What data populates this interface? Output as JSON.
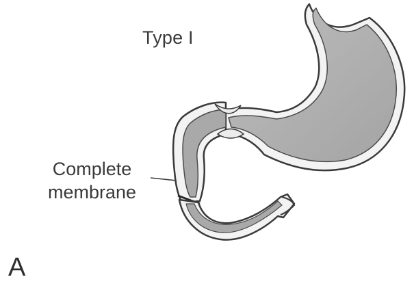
{
  "figure": {
    "type_label": "Type I",
    "membrane_label": {
      "line1": "Complete",
      "line2": "membrane"
    },
    "panel_label": "A"
  },
  "colors": {
    "outline": "#3a3a3a",
    "wall": "#f2f2f2",
    "lumen": "#a9a9a9",
    "highlight": "#e6e6e6"
  }
}
